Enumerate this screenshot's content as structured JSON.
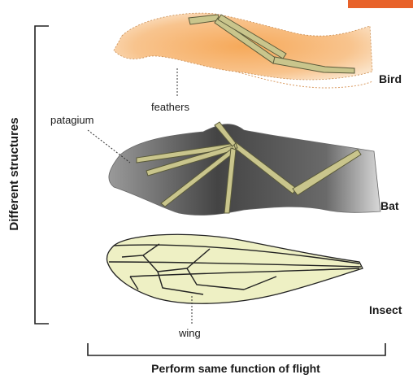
{
  "colors": {
    "accent": "#e8622a",
    "bone_fill": "#c9c58c",
    "bone_stroke": "#5a5a3a",
    "feather_fill": "#f4b36c",
    "membrane_fill": "#555555",
    "insect_fill": "#eef0c4",
    "line": "#222222"
  },
  "labels": {
    "side_axis": "Different structures",
    "bottom_axis": "Perform same function of flight"
  },
  "animals": [
    {
      "name": "Bird"
    },
    {
      "name": "Bat"
    },
    {
      "name": "Insect"
    }
  ],
  "callouts": {
    "feathers": "feathers",
    "patagium": "patagium",
    "wing": "wing"
  }
}
